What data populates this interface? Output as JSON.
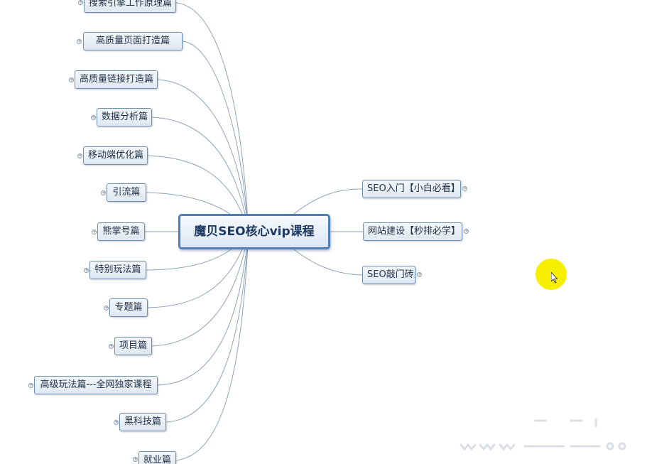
{
  "mindmap": {
    "center": {
      "label": "魔贝SEO核心vip课程"
    },
    "left_branches": [
      {
        "label": "搜索引擎工作原理篇"
      },
      {
        "label": "高质量页面打造篇"
      },
      {
        "label": "高质量链接打造篇"
      },
      {
        "label": "数据分析篇"
      },
      {
        "label": "移动端优化篇"
      },
      {
        "label": "引流篇"
      },
      {
        "label": "熊掌号篇"
      },
      {
        "label": "特别玩法篇"
      },
      {
        "label": "专题篇"
      },
      {
        "label": "项目篇"
      },
      {
        "label": "高级玩法篇---全网独家课程"
      },
      {
        "label": "黑科技篇"
      },
      {
        "label": "就业篇"
      }
    ],
    "right_branches": [
      {
        "label": "SEO入门【小白必看】"
      },
      {
        "label": "网站建设【秒排必学】"
      },
      {
        "label": "SEO敲门砖"
      }
    ]
  },
  "icons": {
    "expand": "expand-plus-icon",
    "cursor": "mouse-pointer-icon"
  },
  "colors": {
    "connector": "#8fa3b8",
    "node_border": "#6f8fb0",
    "center_border": "#4f7fb6",
    "cursor_highlight": "#f6f000"
  }
}
